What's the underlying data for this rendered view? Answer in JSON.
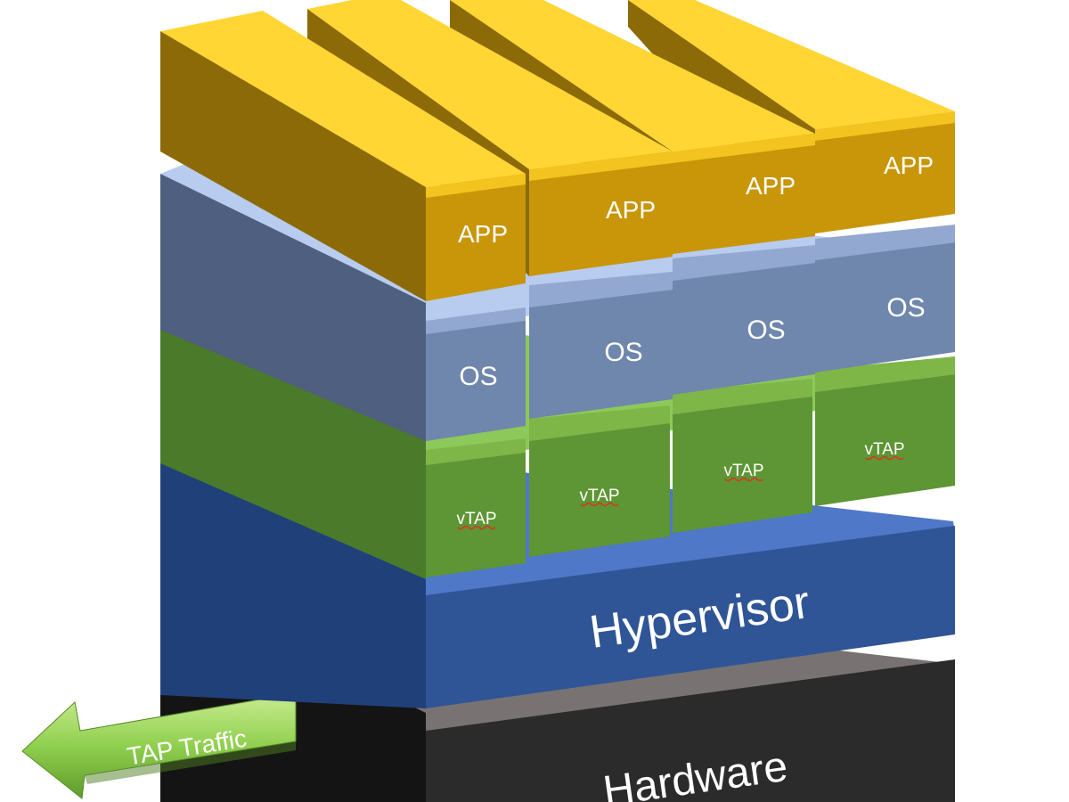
{
  "diagram": {
    "hardware_label": "Hardware",
    "hypervisor_label": "Hypervisor",
    "tap_arrow_label": "TAP Traffic",
    "vtap_label": "vTAP",
    "os_label": "OS",
    "app_label": "APP"
  },
  "colors": {
    "hardware": "#2b2b2b",
    "hypervisor": "#2f5597",
    "vtap": "#5e9535",
    "os": "#6f86ad",
    "app": "#c89608",
    "arrow": "#84c94a"
  }
}
